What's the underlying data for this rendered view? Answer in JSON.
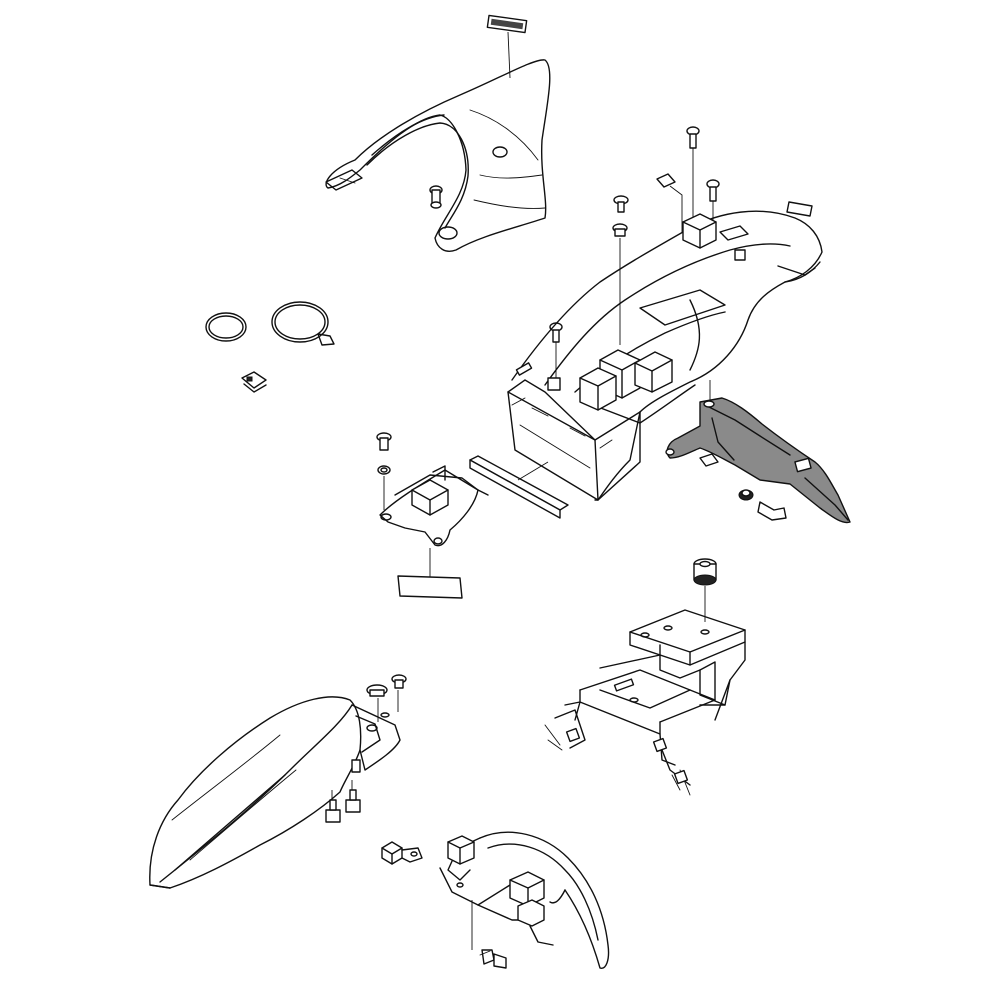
{
  "figure": {
    "title": "",
    "label_text": "",
    "colors": {
      "line": "#111111",
      "background": "#ffffff",
      "highlight_part": "#8a8a8a"
    },
    "parts": [
      {
        "id": "label-sticker",
        "kind": "sticker"
      },
      {
        "id": "rear-seat-cowl",
        "kind": "cowl"
      },
      {
        "id": "cowl-mount-bolt",
        "kind": "bolt"
      },
      {
        "id": "o-ring-small",
        "kind": "ring"
      },
      {
        "id": "o-ring-large",
        "kind": "ring"
      },
      {
        "id": "speed-nut",
        "kind": "clip"
      },
      {
        "id": "rear-fender-inner-box",
        "kind": "fender"
      },
      {
        "id": "damper-pad",
        "kind": "pad"
      },
      {
        "id": "license-plate-bracket",
        "kind": "bracket"
      },
      {
        "id": "tray-bracket",
        "kind": "bracket"
      },
      {
        "id": "foam-strip",
        "kind": "strip"
      },
      {
        "id": "flat-pad",
        "kind": "pad"
      },
      {
        "id": "grommet",
        "kind": "grommet"
      },
      {
        "id": "frame-section",
        "kind": "frame"
      },
      {
        "id": "front-fender",
        "kind": "fender"
      },
      {
        "id": "inner-front-fender",
        "kind": "fender"
      },
      {
        "id": "hose-clamp",
        "kind": "clamp"
      }
    ]
  }
}
